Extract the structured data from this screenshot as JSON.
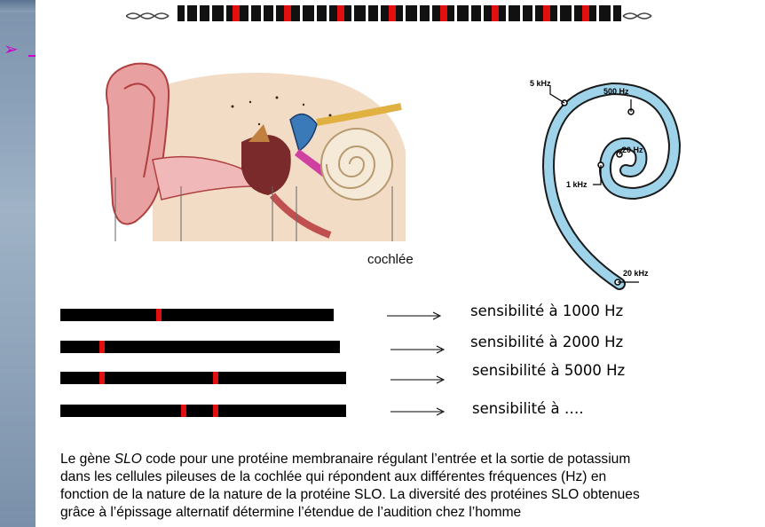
{
  "diagram": {
    "cochlea_label": "cochlée",
    "frequency_labels": [
      "5 kHz",
      "500 Hz",
      "20 Hz",
      "1 kHz",
      "20 kHz"
    ]
  },
  "rows": [
    {
      "label": "sensibilité à 1000 Hz"
    },
    {
      "label": "sensibilité à 2000 Hz"
    },
    {
      "label": "sensibilité à 5000 Hz"
    },
    {
      "label": "sensibilité à …."
    }
  ],
  "paragraph": {
    "line1_pre": "Le gène ",
    "line1_gene": "SLO",
    "line1_post": " code pour une protéine membranaire régulant l’entrée et la sortie de potassium",
    "line2": "dans les cellules pileuses de la cochlée qui répondent aux différentes fréquences (Hz) en",
    "line3": "fonction de la nature de la nature de la protéine SLO. La diversité des protéines SLO obtenues",
    "line4": "grâce à l’épissage alternatif détermine l’étendue de l’audition chez l’homme"
  },
  "colors": {
    "exon_marker": "#e01010",
    "transcript": "#000000",
    "cochlea_fill": "#9ed3ea"
  },
  "icons": [
    "dna-strand-icon",
    "arrow-right-icon"
  ]
}
